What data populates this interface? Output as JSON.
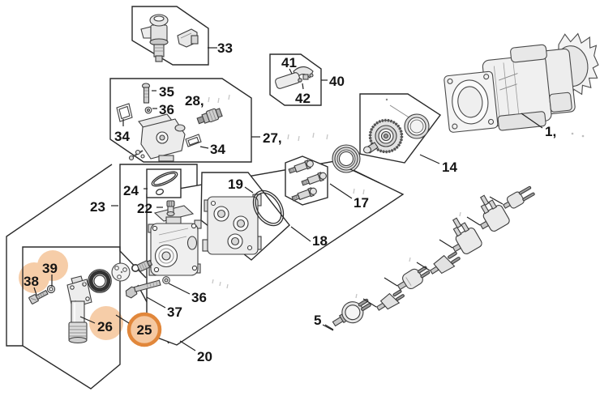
{
  "app": {
    "description": "Exploded spare-parts diagram with numbered callouts",
    "selected_callout": "25",
    "highlighted_callouts": [
      "38",
      "39",
      "26",
      "25"
    ]
  },
  "colors": {
    "highlight_ring": "#E1873B",
    "highlight_fill": "#F5C9A2",
    "highlight_soft": "#F6CDA8",
    "line": "#2a2a2a",
    "label": "#141414"
  },
  "callouts": {
    "n1": "1,",
    "n5": "5",
    "n14": "14",
    "n17": "17",
    "n18": "18",
    "n19": "19",
    "n20": "20",
    "n22": "22",
    "n23": "23",
    "n24": "24",
    "n25": "25",
    "n26": "26",
    "n27": "27,",
    "n28": "28,",
    "n33": "33",
    "n34a": "34",
    "n34b": "34",
    "n35": "35",
    "n36a": "36",
    "n36b": "36",
    "n37": "37",
    "n38": "38",
    "n39": "39",
    "n40": "40",
    "n41": "41",
    "n42": "42"
  }
}
